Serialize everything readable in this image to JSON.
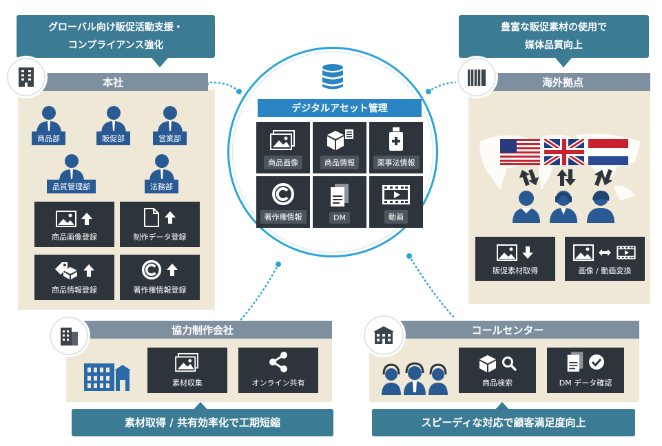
{
  "hq": {
    "callout": [
      "グローバル向け販促活動支援・",
      "コンプライアンス強化"
    ],
    "title": "本社",
    "departments": [
      "商品部",
      "販促部",
      "営業部",
      "品質管理部",
      "法務部"
    ],
    "actions": [
      "商品画像登録",
      "制作データ登録",
      "商品情報登録",
      "著作権情報登録"
    ]
  },
  "dam": {
    "title": "デジタルアセット管理",
    "tiles": [
      "商品画像",
      "商品情報",
      "薬事法情報",
      "著作権情報",
      "DM",
      "動画"
    ]
  },
  "overseas": {
    "callout": [
      "豊富な販促素材の使用で",
      "媒体品質向上"
    ],
    "title": "海外拠点",
    "actions": [
      "販促素材取得",
      "画像 / 動画変換"
    ]
  },
  "partner": {
    "title": "協力制作会社",
    "actions": [
      "素材収集",
      "オンライン共有"
    ],
    "callout": "素材取得 / 共有効率化で工期短縮"
  },
  "callcenter": {
    "title": "コールセンター",
    "actions": [
      "商品検索",
      "DM データ確認"
    ],
    "callout": "スピーディな対応で顧客満足度向上"
  },
  "colors": {
    "teal": "#3b7b94",
    "navy": "#2a5a94",
    "dark": "#2e343b",
    "beige": "#efe8d6",
    "bar": "#7e90a0",
    "ring": "#2aa4d8"
  },
  "icons": [
    "building-icon",
    "database-icon",
    "person-icon",
    "image-icon",
    "document-icon",
    "tag-icon",
    "copyright-icon",
    "upload-arrow-icon",
    "bottle-icon",
    "film-icon",
    "share-icon",
    "search-icon",
    "check-icon",
    "headset-icon",
    "flag-icon"
  ]
}
